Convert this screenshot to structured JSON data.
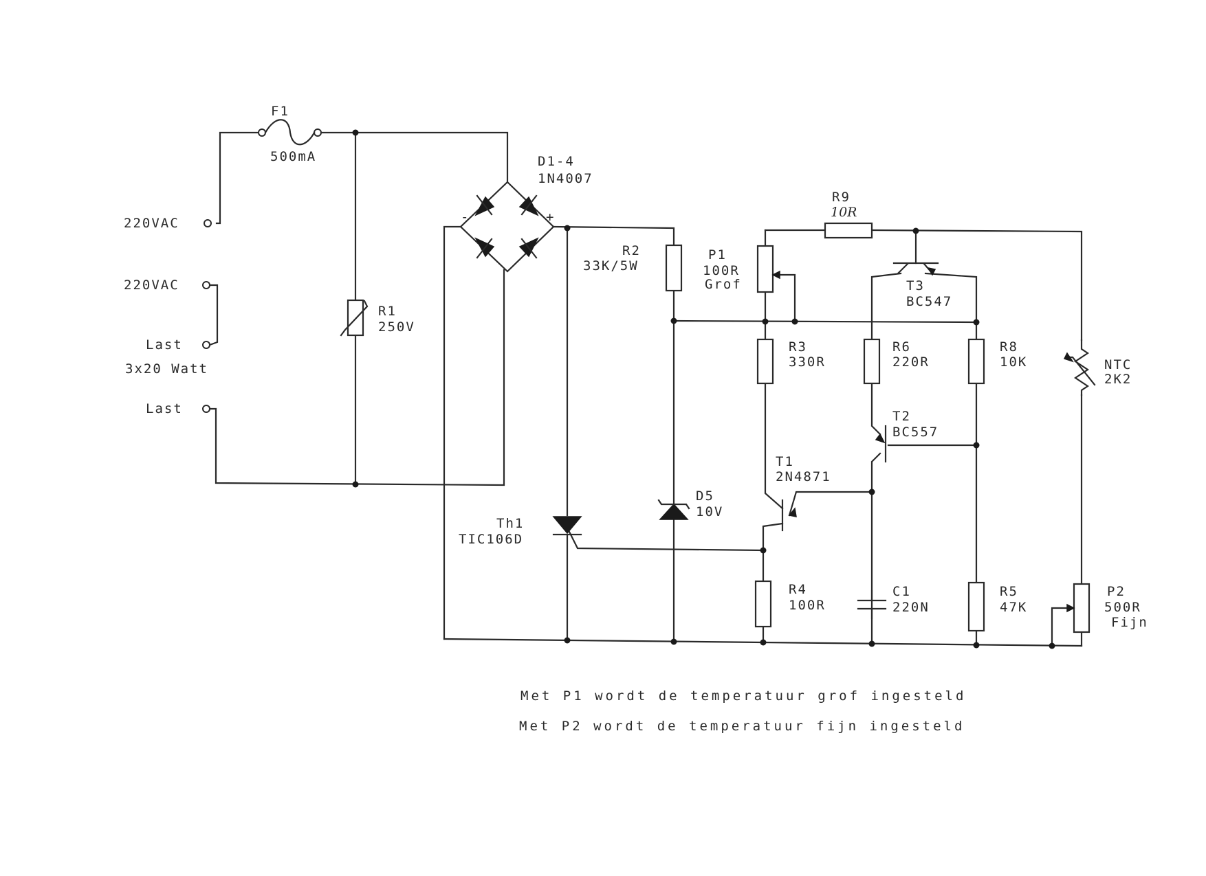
{
  "inputs": {
    "ac1": "220VAC",
    "ac2": "220VAC",
    "load1": "Last",
    "load_rating": "3x20 Watt",
    "load2": "Last"
  },
  "components": {
    "f1": {
      "name": "F1",
      "value": "500mA"
    },
    "r1": {
      "name": "R1",
      "value": "250V"
    },
    "d14": {
      "name": "D1-4",
      "value": "1N4007",
      "minus": "-",
      "plus": "+"
    },
    "r2": {
      "name": "R2",
      "value": "33K/5W"
    },
    "r9": {
      "name": "R9",
      "value": "10R"
    },
    "p1": {
      "name": "P1",
      "value": "100R",
      "note": "Grof"
    },
    "t3": {
      "name": "T3",
      "value": "BC547"
    },
    "r3": {
      "name": "R3",
      "value": "330R"
    },
    "r6": {
      "name": "R6",
      "value": "220R"
    },
    "r8": {
      "name": "R8",
      "value": "10K"
    },
    "ntc": {
      "name": "NTC",
      "value": "2K2"
    },
    "t2": {
      "name": "T2",
      "value": "BC557"
    },
    "t1": {
      "name": "T1",
      "value": "2N4871"
    },
    "d5": {
      "name": "D5",
      "value": "10V"
    },
    "th1": {
      "name": "Th1",
      "value": "TIC106D"
    },
    "r4": {
      "name": "R4",
      "value": "100R"
    },
    "c1": {
      "name": "C1",
      "value": "220N"
    },
    "r5": {
      "name": "R5",
      "value": "47K"
    },
    "p2": {
      "name": "P2",
      "value": "500R",
      "note": "Fijn"
    }
  },
  "notes": [
    "Met P1 wordt de temperatuur grof ingesteld",
    "Met P2 wordt de temperatuur fijn ingesteld"
  ]
}
